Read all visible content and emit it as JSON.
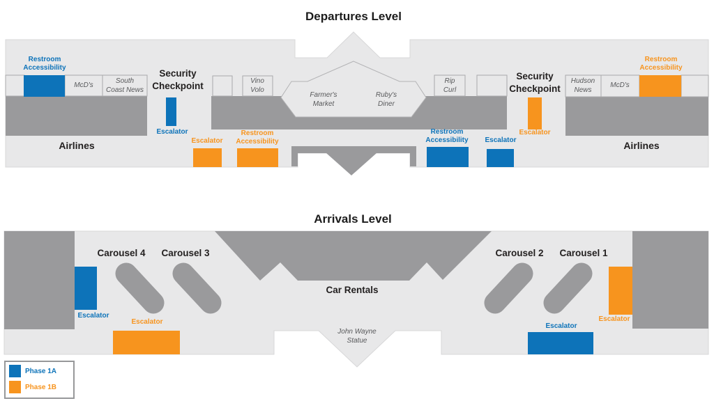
{
  "titles": {
    "departures": "Departures Level",
    "arrivals": "Arrivals Level"
  },
  "features": {
    "restroom": {
      "line1": "Restroom",
      "line2": "Accessibility"
    },
    "escalator": "Escalator",
    "security": {
      "line1": "Security",
      "line2": "Checkpoint"
    },
    "airlines": "Airlines",
    "car_rentals": "Car Rentals",
    "john_wayne_statue": {
      "line1": "John Wayne",
      "line2": "Statue"
    },
    "carousels": {
      "c4": "Carousel 4",
      "c3": "Carousel 3",
      "c2": "Carousel 2",
      "c1": "Carousel 1"
    }
  },
  "stores": {
    "mcds_left": "McD's",
    "south_coast_news": {
      "line1": "South",
      "line2": "Coast News"
    },
    "vino_volo": {
      "line1": "Vino",
      "line2": "Volo"
    },
    "farmers_market": {
      "line1": "Farmer's",
      "line2": "Market"
    },
    "rubys_diner": {
      "line1": "Ruby's",
      "line2": "Diner"
    },
    "rip_curl": {
      "line1": "Rip",
      "line2": "Curl"
    },
    "hudson_news": {
      "line1": "Hudson",
      "line2": "News"
    },
    "mcds_right": "McD's"
  },
  "legend": {
    "items": [
      {
        "label": "Phase 1A",
        "color": "#0d73b9"
      },
      {
        "label": "Phase 1B",
        "color": "#f7941e"
      }
    ]
  },
  "colors": {
    "phase_1a_blue": "#0d73b9",
    "phase_1b_orange": "#f7941e",
    "terminal_fill": "#e8e8e9",
    "corridor_gray": "#9a9a9c"
  }
}
